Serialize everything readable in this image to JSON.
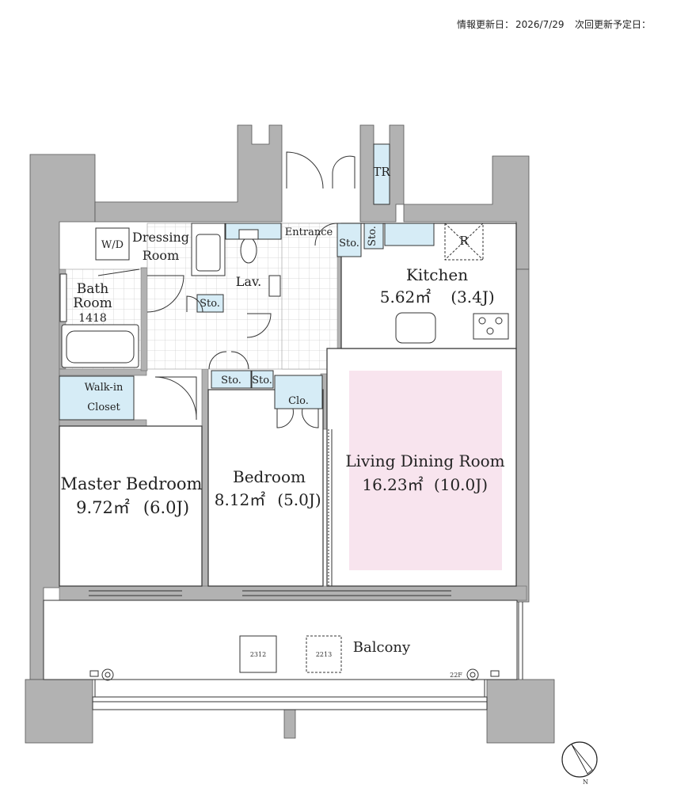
{
  "header": {
    "update_label": "情報更新日：",
    "update_date": "2026/7/29",
    "next_update_label": "次回更新予定日："
  },
  "rooms": {
    "master_bedroom": {
      "name": "Master Bedroom",
      "area": "9.72㎡",
      "jo": "(6.0J)"
    },
    "bedroom": {
      "name": "Bedroom",
      "area": "8.12㎡",
      "jo": "(5.0J)"
    },
    "living": {
      "name": "Living Dining Room",
      "area": "16.23㎡",
      "jo": "(10.0J)"
    },
    "kitchen": {
      "name": "Kitchen",
      "area": "5.62㎡",
      "jo": "(3.4J)"
    },
    "bath": {
      "line1": "Bath",
      "line2": "Room",
      "size": "1418"
    },
    "dressing": {
      "line1": "Dressing",
      "line2": "Room"
    },
    "walkin": {
      "line1": "Walk-in",
      "line2": "Closet"
    },
    "balcony": "Balcony"
  },
  "labels": {
    "wd": "W/D",
    "lav": "Lav.",
    "entrance": "Entrance",
    "tr": "TR",
    "sto": "Sto.",
    "clo": "Clo.",
    "r": "R",
    "num_2312": "2312",
    "num_2213": "2213",
    "floor": "22F"
  },
  "compass": {
    "letter": "N"
  },
  "colors": {
    "wall": "#b2b2b2",
    "living_tint": "#f8e4ee",
    "storage_tint": "#d6ecf6",
    "floor_tile": "#cfcfcf"
  }
}
